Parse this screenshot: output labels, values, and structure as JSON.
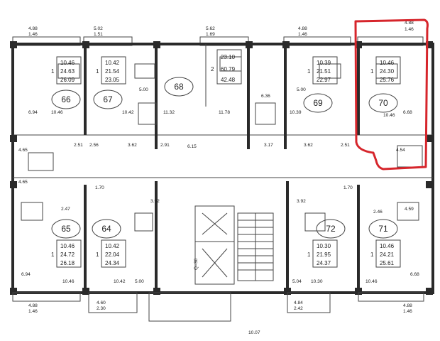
{
  "plan": {
    "apartments": [
      {
        "id": "apt-66",
        "number": "66",
        "rooms": "1",
        "living": "10.46",
        "area": "24.63",
        "total": "26.09"
      },
      {
        "id": "apt-67",
        "number": "67",
        "rooms": "1",
        "living": "10.42",
        "area": "21.54",
        "total": "23.05"
      },
      {
        "id": "apt-68",
        "number": "68",
        "rooms": "2",
        "living": "23.10",
        "area": "60.79",
        "total": "42.48"
      },
      {
        "id": "apt-69",
        "number": "69",
        "rooms": "1",
        "living": "10.39",
        "area": "21.51",
        "total": "22.97"
      },
      {
        "id": "apt-70",
        "number": "70",
        "rooms": "1",
        "living": "10.46",
        "area": "24.30",
        "total": "25.76"
      },
      {
        "id": "apt-65",
        "number": "65",
        "rooms": "1",
        "living": "10.46",
        "area": "24.72",
        "total": "26.18"
      },
      {
        "id": "apt-64",
        "number": "64",
        "rooms": "1",
        "living": "10.42",
        "area": "22.04",
        "total": "24.34"
      },
      {
        "id": "apt-72",
        "number": "72",
        "rooms": "1",
        "living": "10.30",
        "area": "21.95",
        "total": "24.37"
      },
      {
        "id": "apt-71",
        "number": "71",
        "rooms": "1",
        "living": "10.46",
        "area": "24.21",
        "total": "25.61"
      }
    ],
    "balconies_top": [
      {
        "a": "4.88",
        "b": "1.46"
      },
      {
        "a": "5.02",
        "b": "1.51"
      },
      {
        "a": "5.62",
        "b": "1.69"
      },
      {
        "a": "4.88",
        "b": "1.46"
      },
      {
        "a": "4.88",
        "b": "1.46"
      }
    ],
    "balconies_bottom": [
      {
        "a": "4.88",
        "b": "1.46"
      },
      {
        "a": "4.60",
        "b": "2.30"
      },
      {
        "a": "4.84",
        "b": "2.42"
      },
      {
        "a": "4.88",
        "b": "1.46"
      }
    ],
    "room_labels": {
      "l01": "6.94",
      "l02": "10.46",
      "l03": "10.42",
      "l04": "5.00",
      "l05": "11.32",
      "l06": "6.36",
      "l07": "11.78",
      "l08": "5.00",
      "l09": "10.39",
      "l10": "10.46",
      "l11": "6.68",
      "l12": "4.65",
      "l13": "4.65",
      "l14": "2.51",
      "l15": "2.56",
      "l16": "3.62",
      "l17": "2.91",
      "l18": "6.15",
      "l19": "3.17",
      "l20": "3.62",
      "l21": "2.51",
      "l22": "4.54",
      "l23": "1.70",
      "l24": "3.92",
      "l25": "3.92",
      "l26": "1.70",
      "l27": "2.47",
      "l28": "2.46",
      "l29": "4.59",
      "l30": "6.94",
      "l31": "10.46",
      "l32": "10.42",
      "l33": "5.00",
      "l34": "5.04",
      "l35": "10.30",
      "l36": "10.46",
      "l37": "6.68"
    },
    "bottom_mark": "10.07",
    "stair_mark": "Q=30"
  }
}
